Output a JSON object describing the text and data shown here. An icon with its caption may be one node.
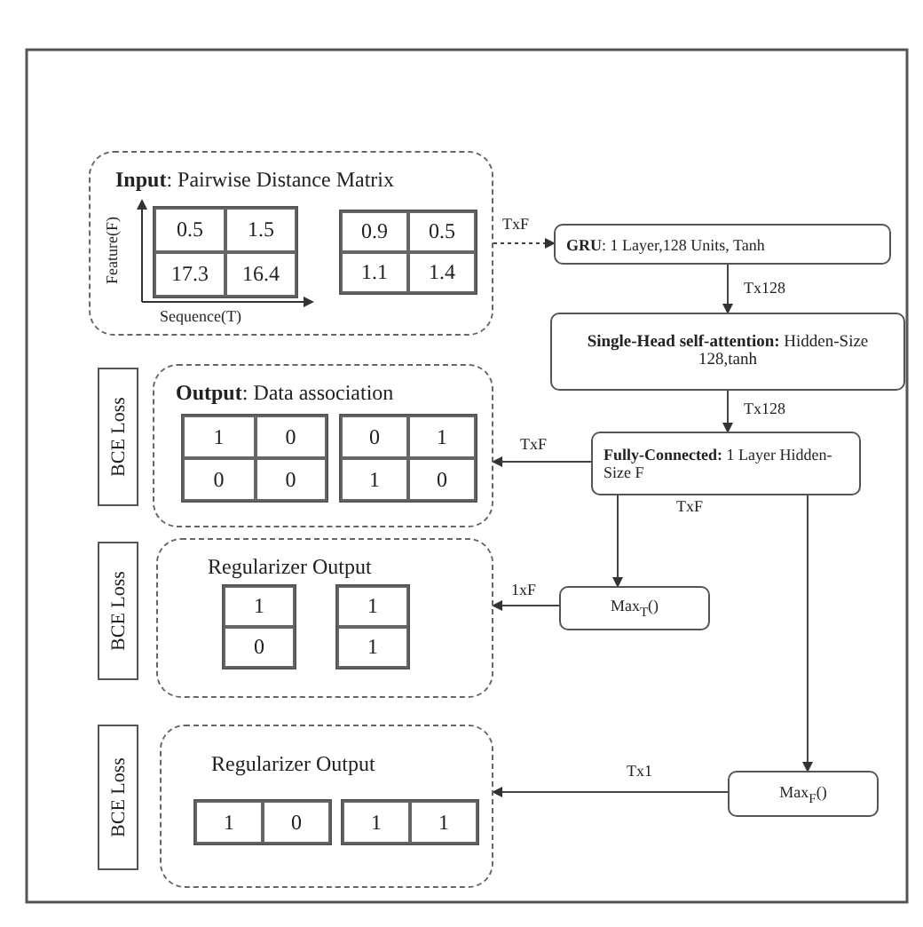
{
  "diagram": {
    "nodes": [
      {
        "text": [
          "**Input**: Pairwise Distance Matrix",
          "Feature(F)",
          "Sequence(T)"
        ]
      },
      {
        "text": [
          "0.5",
          "1.5",
          "17.3",
          "16.4"
        ],
        "in": 0
      },
      {
        "text": [
          "0.9",
          "0.5",
          "1.1",
          "1.4"
        ],
        "in": 0
      },
      {
        "text": [
          "**GRU**: 1 Layer,128 Units, Tanh"
        ]
      },
      {
        "text": [
          "**Single-Head self-attention:** Hidden-Size 128,tanh"
        ]
      },
      {
        "text": [
          "**Fully-Connected:** 1 Layer Hidden-Size F"
        ]
      },
      {
        "text": [
          "BCE Loss"
        ]
      },
      {
        "text": [
          "**Output**: Data association"
        ]
      },
      {
        "text": [
          "1",
          "0",
          "0",
          "0"
        ],
        "in": 7
      },
      {
        "text": [
          "0",
          "1",
          "1",
          "0"
        ],
        "in": 7
      },
      {
        "text": [
          "BCE Loss"
        ]
      },
      {
        "text": [
          "Regularizer Output"
        ]
      },
      {
        "text": [
          "1",
          "0"
        ],
        "in": 11
      },
      {
        "text": [
          "1",
          "1"
        ],
        "in": 11
      },
      {
        "text": [
          "Max$_{T}$()"
        ]
      },
      {
        "text": [
          "BCE Loss"
        ]
      },
      {
        "text": [
          "Regularizer Output"
        ]
      },
      {
        "text": [
          "1",
          "0"
        ],
        "in": 16
      },
      {
        "text": [
          "1",
          "1"
        ],
        "in": 16
      },
      {
        "text": [
          "Max$_{F}$()"
        ]
      }
    ],
    "edges": [
      {
        "from": 0,
        "to": 3,
        "arrow": "to",
        "label": "TxF",
        "style": "dashed"
      },
      {
        "from": 3,
        "to": 4,
        "arrow": "to",
        "label": "Tx128"
      },
      {
        "from": 4,
        "to": 5,
        "arrow": "to",
        "label": "Tx128"
      },
      {
        "from": 5,
        "to": 7,
        "arrow": "to",
        "label": "TxF"
      },
      {
        "from": 5,
        "to": 14,
        "arrow": "to",
        "label": "TxF"
      },
      {
        "from": 14,
        "to": 11,
        "arrow": "to",
        "label": "1xF"
      },
      {
        "from": 5,
        "to": 19,
        "arrow": "to"
      },
      {
        "from": 19,
        "to": 16,
        "arrow": "to",
        "label": "Tx1"
      }
    ]
  }
}
